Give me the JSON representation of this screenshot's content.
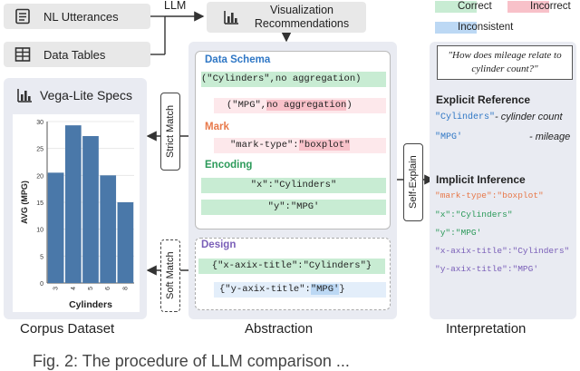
{
  "inputs": {
    "nl_utterances": "NL Utterances",
    "data_tables": "Data Tables",
    "llm": "LLM"
  },
  "vis_rec": {
    "line1": "Visualization",
    "line2": "Recommendations"
  },
  "legend": {
    "correct": "Correct",
    "incorrect": "Incorrect",
    "inconsistent": "Inconsistent",
    "colors": {
      "correct": "#c8ecd3",
      "incorrect": "#f8c1c9",
      "inconsistent": "#bcd8f4"
    }
  },
  "corpus": {
    "title": "Vega-Lite Specs",
    "footer": "Corpus Dataset"
  },
  "chart_data": {
    "type": "bar",
    "categories": [
      "3",
      "4",
      "5",
      "6",
      "8"
    ],
    "values": [
      20.5,
      29.3,
      27.3,
      20.0,
      15.0
    ],
    "xlabel": "Cylinders",
    "ylabel": "AVG (MPG)",
    "ylim": [
      0,
      30
    ],
    "yticks": [
      "0",
      "5",
      "10",
      "15",
      "20",
      "25",
      "30"
    ],
    "color": "#4a78a9"
  },
  "match": {
    "strict": "Strict Match",
    "soft": "Soft Match",
    "self_explain": "Self-Explain"
  },
  "abstraction": {
    "footer": "Abstraction",
    "data_schema": {
      "label": "Data Schema",
      "line1": "(\"Cylinders\",no aggregation)",
      "line2_a": "(\"MPG\",",
      "line2_b": "no aggregation",
      "line2_c": ")"
    },
    "mark": {
      "label": "Mark",
      "a": "\"mark-type\":",
      "b": "\"boxplot\""
    },
    "encoding": {
      "label": "Encoding",
      "line1": "\"x\":\"Cylinders\"",
      "line2": "\"y\":\"MPG'"
    },
    "design": {
      "label": "Design",
      "line1": "{\"x-axix-title\":\"Cylinders\"}",
      "line2_a": "{\"y-axix-title\":",
      "line2_b": "\"MPG'",
      "line2_c": "}"
    }
  },
  "interpretation": {
    "footer": "Interpretation",
    "question": "\"How does mileage relate to cylinder count?\"",
    "explicit": {
      "title": "Explicit Reference",
      "r1_code": "\"Cylinders\"",
      "r1_text": "- cylinder count",
      "r2_code": "\"MPG'",
      "r2_text": "- mileage"
    },
    "implicit": {
      "title": "Implicit Inference",
      "items": [
        "\"mark-type\":\"boxplot\"",
        "\"x\":\"Cylinders\"",
        "\"y\":\"MPG'",
        "\"x-axix-title\":\"Cylinders\"",
        "\"y-axix-title\":\"MPG'"
      ]
    }
  },
  "caption": "Fig. 2: The procedure of LLM comparison ..."
}
